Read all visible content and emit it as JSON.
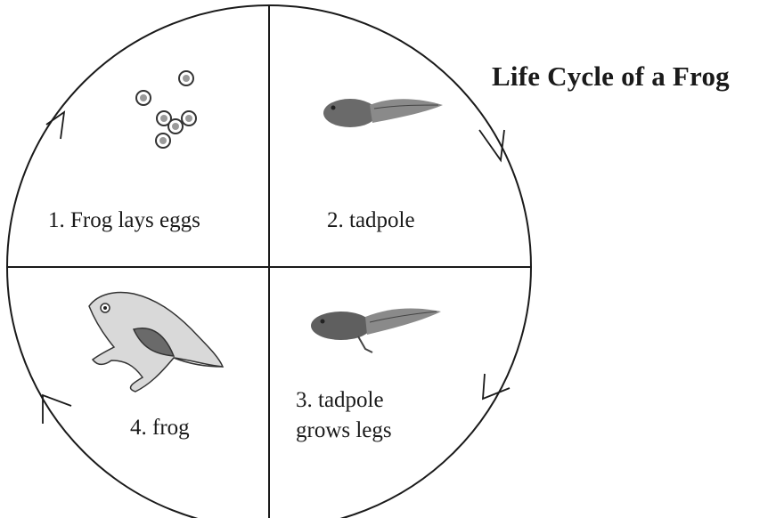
{
  "title": "Life Cycle of a Frog",
  "stages": [
    {
      "number": "1.",
      "text": "Frog lays eggs",
      "label": "1. Frog lays eggs",
      "icon": "frog-eggs-icon"
    },
    {
      "number": "2.",
      "text": "tadpole",
      "label": "2. tadpole",
      "icon": "tadpole-icon"
    },
    {
      "number": "3.",
      "text": "tadpole grows legs",
      "label_lines": [
        "3. tadpole",
        "grows legs"
      ],
      "icon": "tadpole-with-legs-icon"
    },
    {
      "number": "4.",
      "text": "frog",
      "label": "4. frog",
      "icon": "frog-icon"
    }
  ],
  "cycle_direction": "clockwise",
  "colors": {
    "line": "#1a1a1a",
    "background": "#ffffff",
    "illustration": "#555555"
  }
}
